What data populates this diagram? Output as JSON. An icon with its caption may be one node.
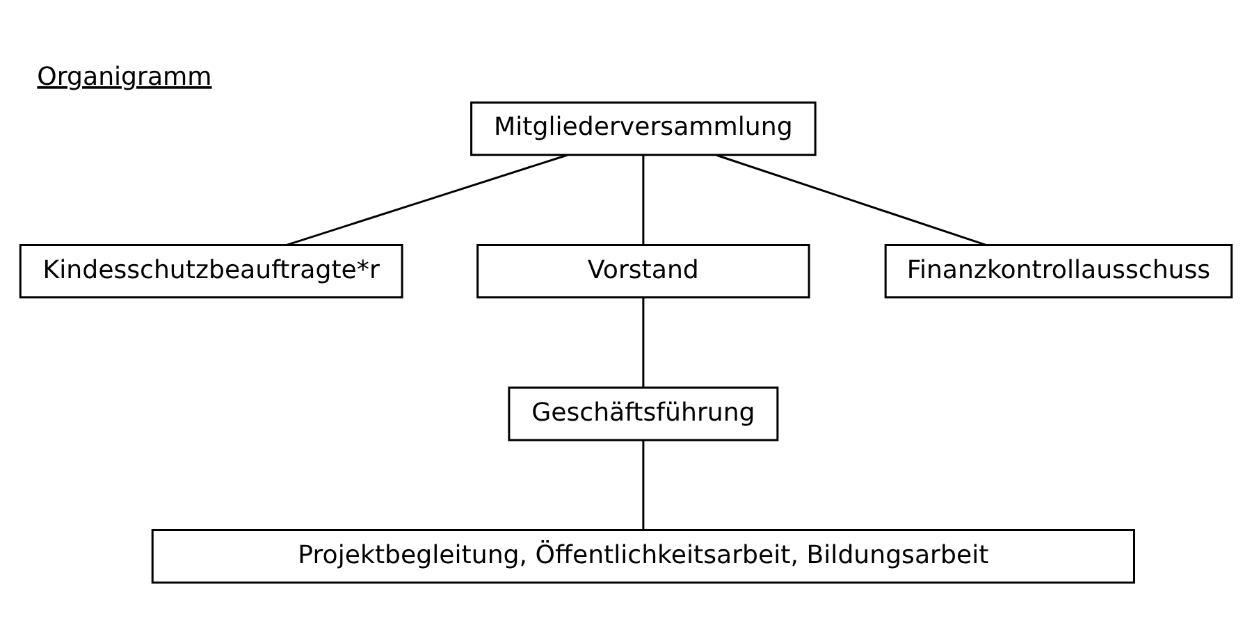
{
  "diagram": {
    "title": "Organigramm",
    "nodes": [
      {
        "text": [
          "Mitgliederversammlung"
        ]
      },
      {
        "text": [
          "Kindesschutzbeauftragte*r"
        ]
      },
      {
        "text": [
          "Vorstand"
        ]
      },
      {
        "text": [
          "Finanzkontrollausschuss"
        ]
      },
      {
        "text": [
          "Geschäftsführung"
        ]
      },
      {
        "text": [
          "Projektbegleitung, Öffentlichkeitsarbeit, Bildungsarbeit"
        ]
      }
    ],
    "edges": [
      {
        "from": 0,
        "to": 1,
        "arrow": "none"
      },
      {
        "from": 0,
        "to": 2,
        "arrow": "none"
      },
      {
        "from": 0,
        "to": 3,
        "arrow": "none"
      },
      {
        "from": 2,
        "to": 4,
        "arrow": "none"
      },
      {
        "from": 4,
        "to": 5,
        "arrow": "none"
      }
    ]
  }
}
